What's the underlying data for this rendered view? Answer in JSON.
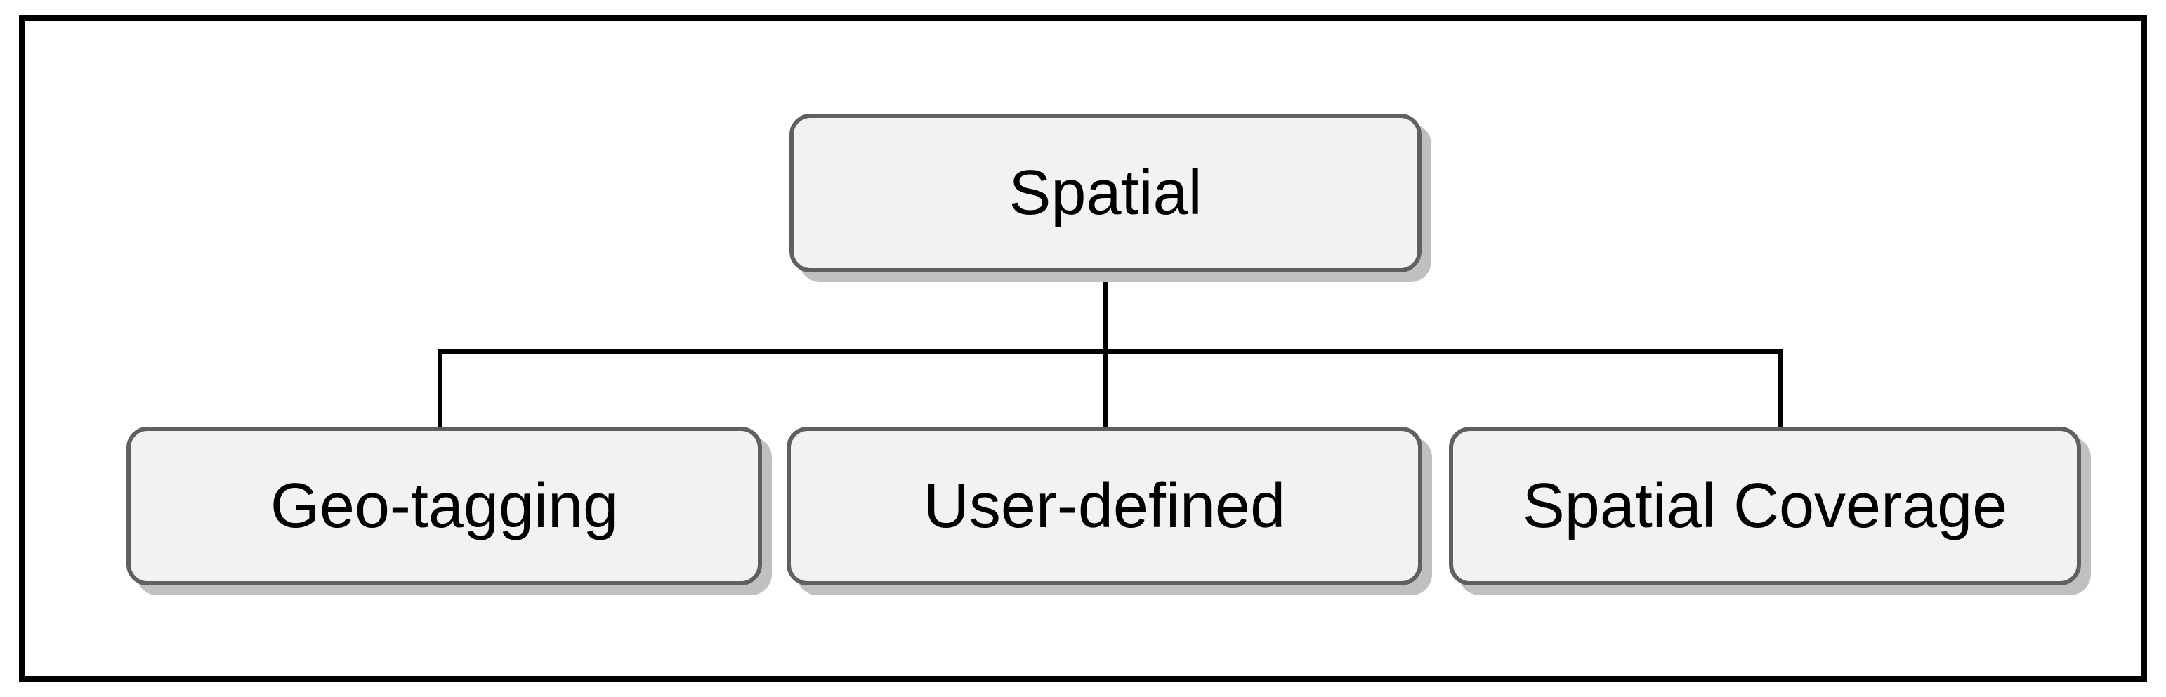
{
  "diagram": {
    "type": "tree",
    "root": {
      "label": "Spatial"
    },
    "children": [
      {
        "label": "Geo-tagging"
      },
      {
        "label": "User-defined"
      },
      {
        "label": "Spatial Coverage"
      }
    ]
  },
  "colors": {
    "node-fill": "#f2f2f2",
    "node-border": "#606060",
    "node-shadow": "#c0c0c0",
    "connector": "#000000",
    "frame-border": "#000000",
    "background": "#ffffff",
    "text": "#000000"
  }
}
